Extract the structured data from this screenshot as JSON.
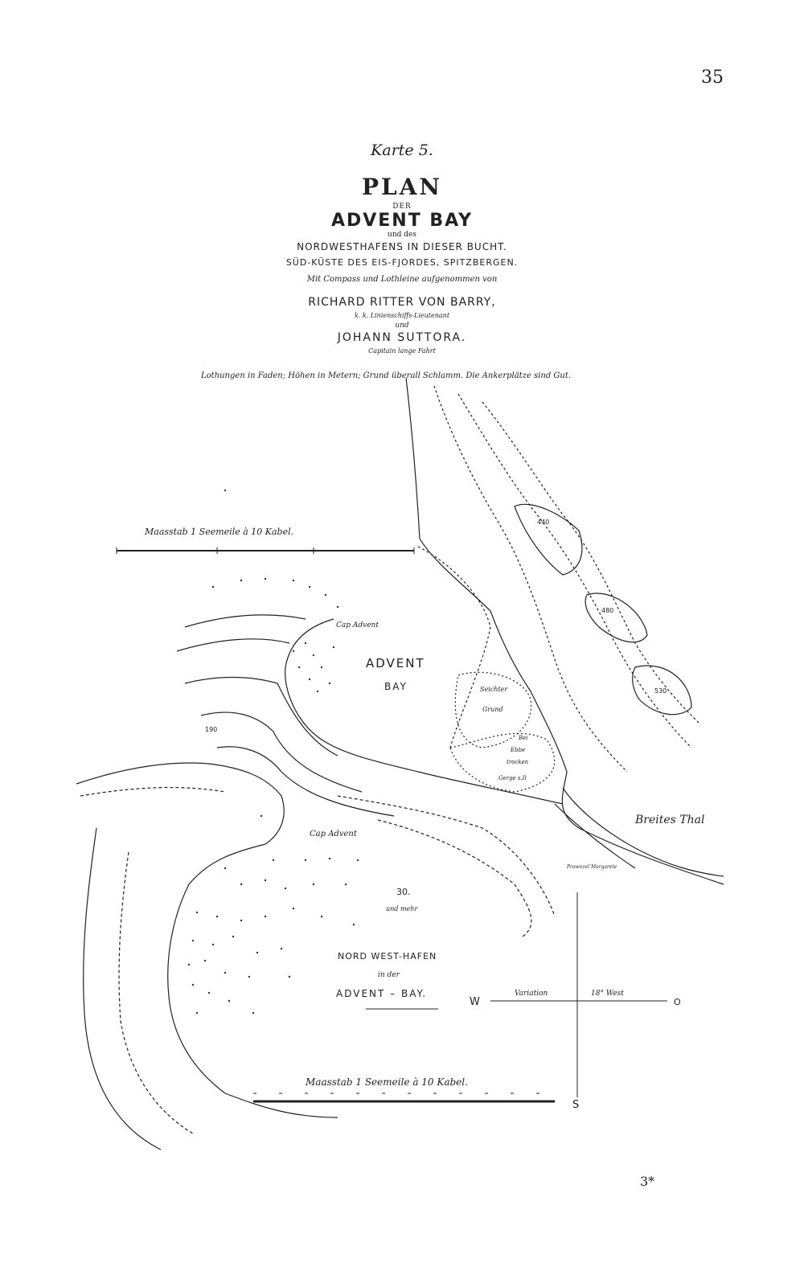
{
  "page": {
    "number": "35",
    "footer": "3*"
  },
  "title": {
    "karte": "Karte 5.",
    "plan": "PLAN",
    "der": "DER",
    "bay_name": "ADVENT BAY",
    "und": "und des",
    "subtitle1": "NORDWESTHAFENS IN DIESER BUCHT.",
    "subtitle2": "SÜD-KÜSTE DES EIS-FJORDES, SPITZBERGEN.",
    "method": "Mit Compass und Lothleine aufgenommen von",
    "author1": "RICHARD RITTER VON BARRY,",
    "author1_rank": "k. k. Linienschiffs-Lieutenant",
    "und2": "und",
    "author2": "JOHANN SUTTORA.",
    "author2_rank": "Capitain lange Fahrt"
  },
  "note": "Lothungen in Faden; Höhen in Metern; Grund überall Schlamm. Die Ankerplätze sind Gut.",
  "map": {
    "scale_top": "Maasstab 1 Seemeile à 10 Kabel.",
    "scale_bottom": "Maasstab 1 Seemeile à 10 Kabel.",
    "cap_advent_north": "Cap Advent",
    "cap_advent_south": "Cap Advent",
    "bay_label_1": "ADVENT",
    "bay_label_2": "BAY",
    "harbour_1": "NORD WEST-HAFEN",
    "harbour_2": "in der",
    "harbour_3": "ADVENT – BAY.",
    "depth_big": "30.",
    "depth_big_note": "und mehr",
    "valley": "Breites Thal",
    "shoal_1": "Seichter",
    "shoal_2": "Grund",
    "ebbe_1": "Bei",
    "ebbe_2": "Ebbe",
    "ebbe_3": "trocken",
    "ebbe_4": "Gerge s.Il",
    "compass_w": "W",
    "compass_o": "O",
    "compass_s": "S",
    "variation": "Variation",
    "variation_val": "18° West",
    "height_1": "440",
    "height_2": "480",
    "height_3": "530",
    "height_4": "190",
    "place_label": "Prawnzel Margarete"
  }
}
